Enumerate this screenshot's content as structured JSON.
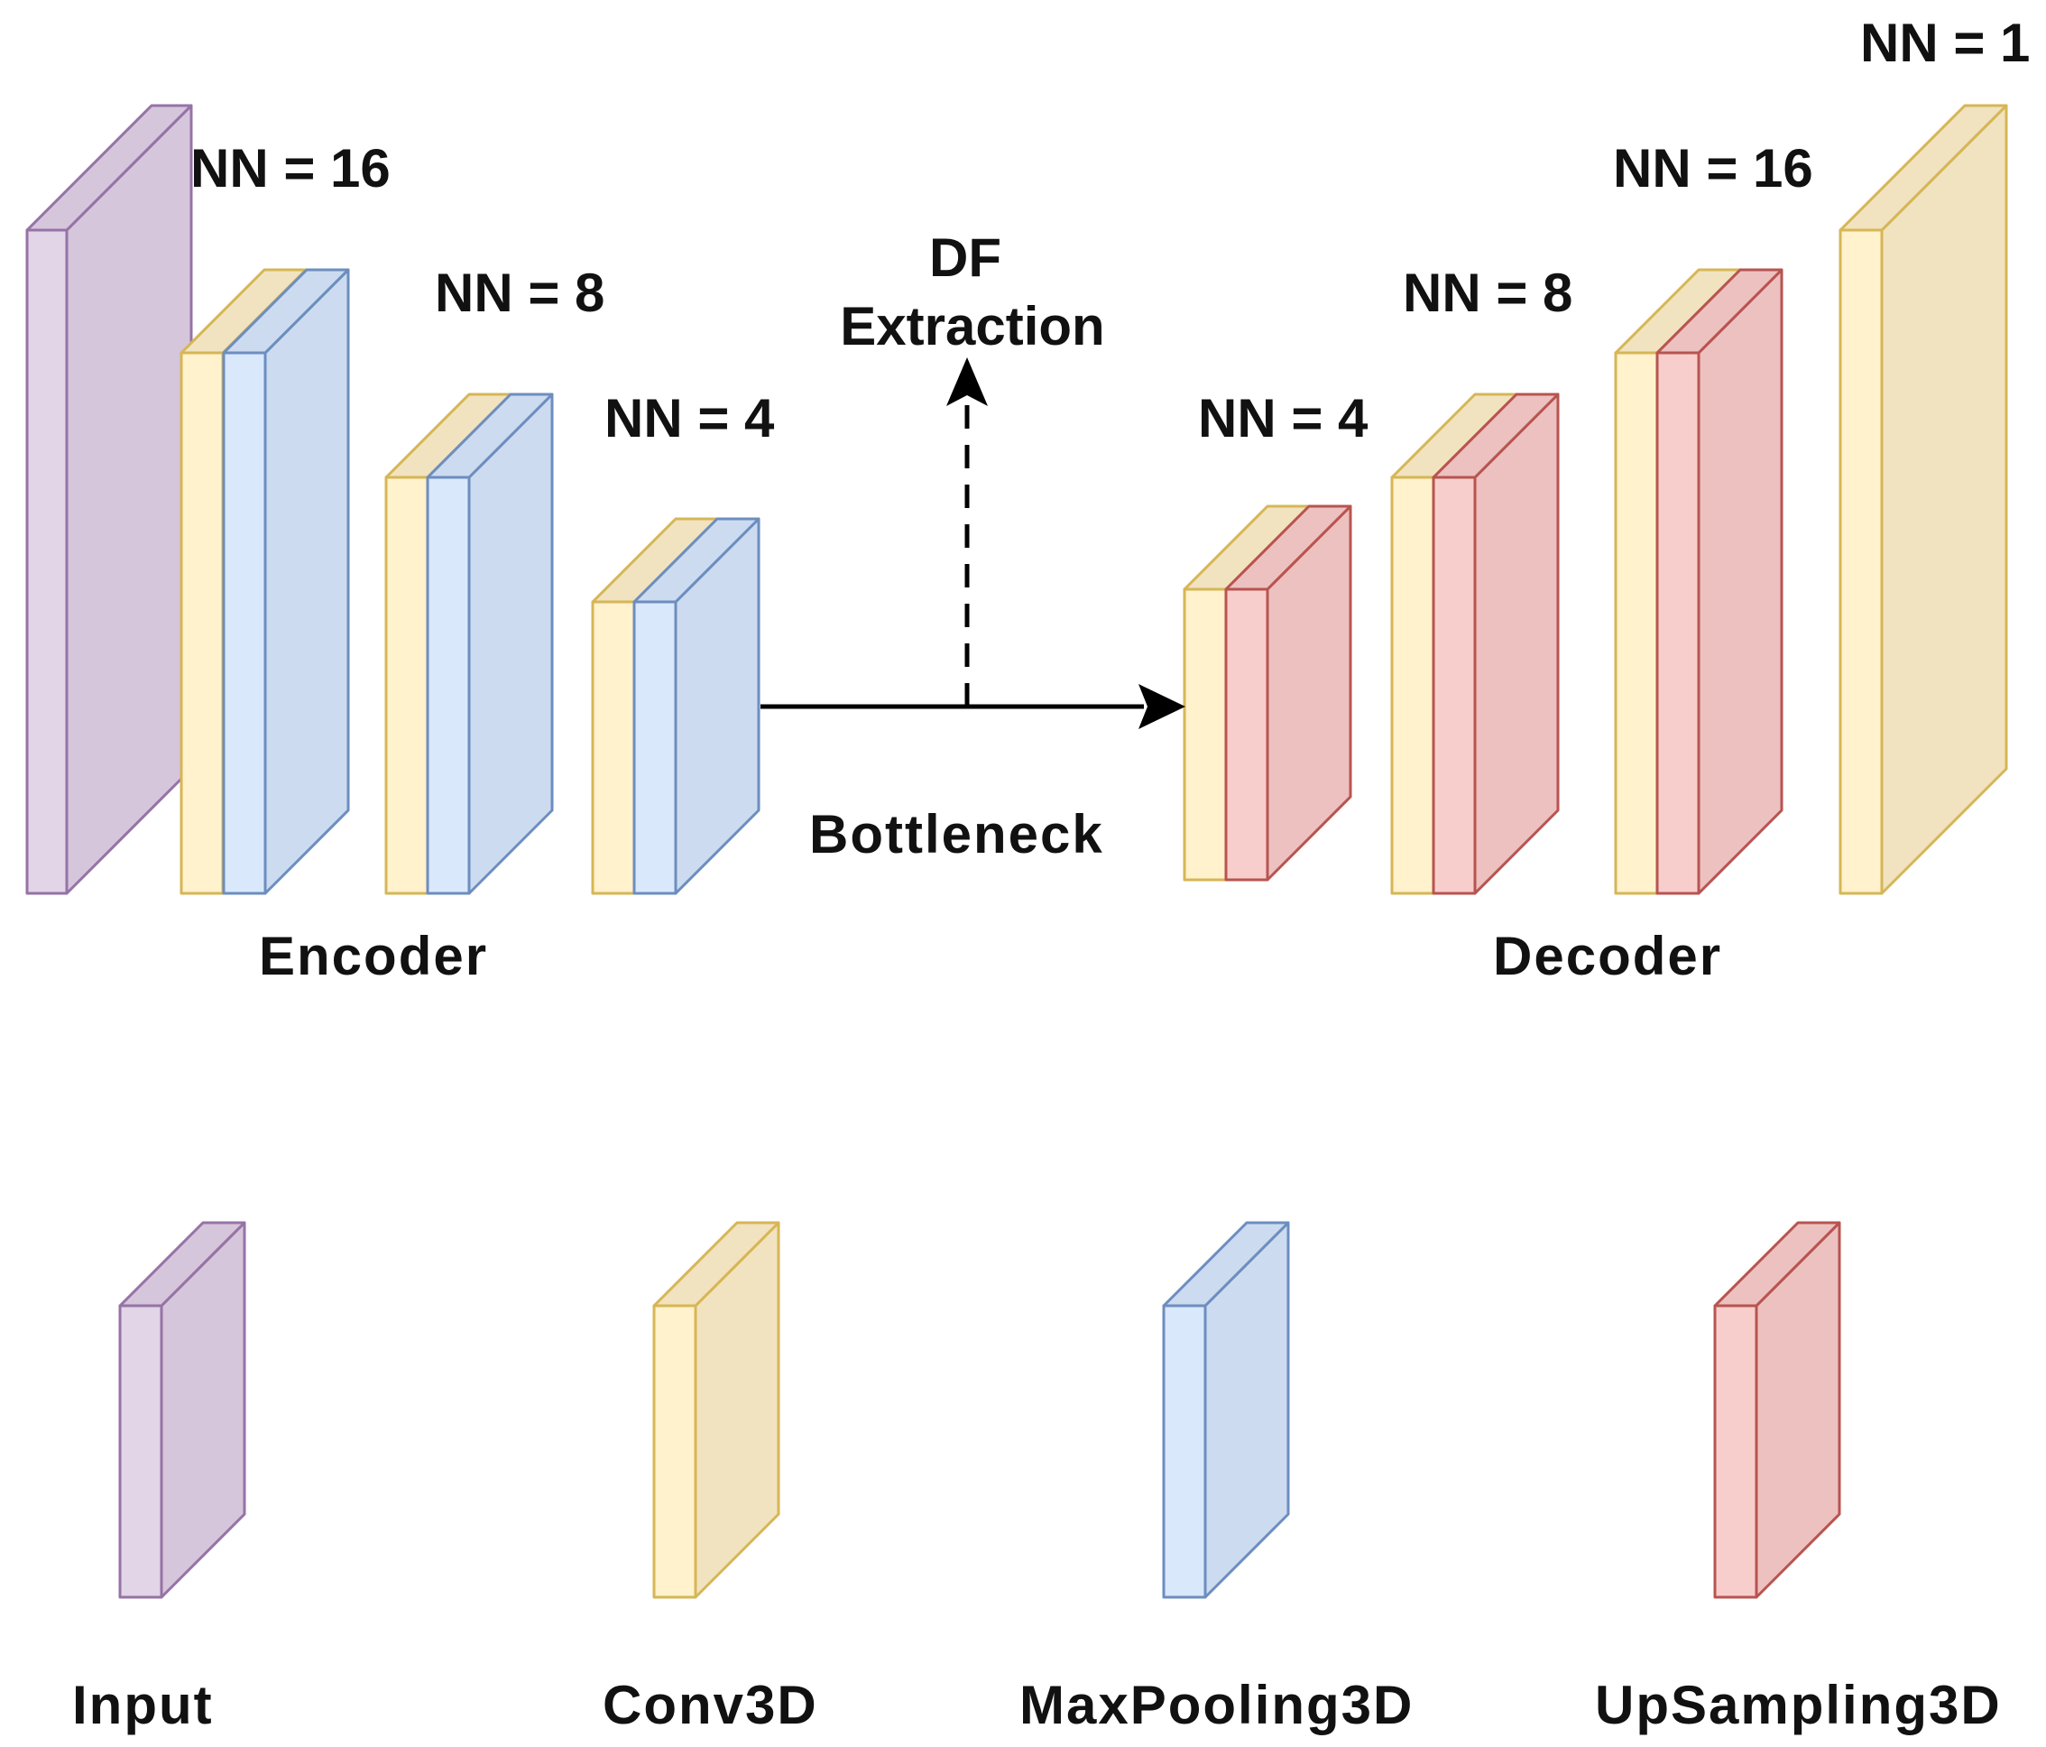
{
  "colors": {
    "input": {
      "front": "#e1d5e7",
      "side": "#d5c6db",
      "stroke": "#9673a6"
    },
    "conv3d": {
      "front": "#fff2cc",
      "side": "#f1e3bf",
      "stroke": "#d6b656"
    },
    "maxpooling3d": {
      "front": "#dae8fc",
      "side": "#cddbf0",
      "stroke": "#6c8ebf"
    },
    "upsampling3d": {
      "front": "#f8cecc",
      "side": "#ecc1c0",
      "stroke": "#b85450"
    },
    "arrow": "#000000"
  },
  "encoder": {
    "caption": "Encoder",
    "nn_labels": [
      "NN = 16",
      "NN = 8",
      "NN = 4"
    ]
  },
  "bottleneck": {
    "label": "Bottleneck",
    "df_line1": "DF",
    "df_line2": "Extraction"
  },
  "decoder": {
    "caption": "Decoder",
    "nn_labels": [
      "NN = 4",
      "NN = 8",
      "NN = 16",
      "NN = 1"
    ]
  },
  "legend": {
    "items": [
      {
        "label": "Input",
        "type": "input"
      },
      {
        "label": "Conv3D",
        "type": "conv3d"
      },
      {
        "label": "MaxPooling3D",
        "type": "maxpooling3d"
      },
      {
        "label": "UpSampling3D",
        "type": "upsampling3d"
      }
    ]
  }
}
